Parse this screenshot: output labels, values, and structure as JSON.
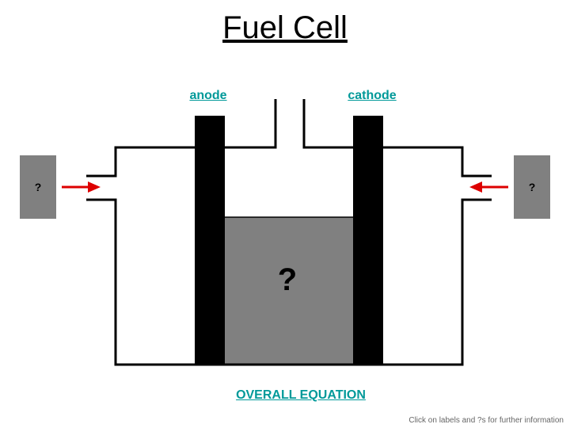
{
  "title": "Fuel Cell",
  "labels": {
    "anode": "anode",
    "cathode": "cathode",
    "overall_equation": "OVERALL EQUATION",
    "left_input": "?",
    "right_input": "?",
    "electrolyte": "?"
  },
  "footer": "Click on labels and ?s for further information",
  "colors": {
    "link": "#009999",
    "electrode": "#000000",
    "electrolyte": "#808080",
    "arrow": "#dd0000",
    "qbox": "#808080",
    "outline": "#000000",
    "footer_text": "#666666"
  }
}
